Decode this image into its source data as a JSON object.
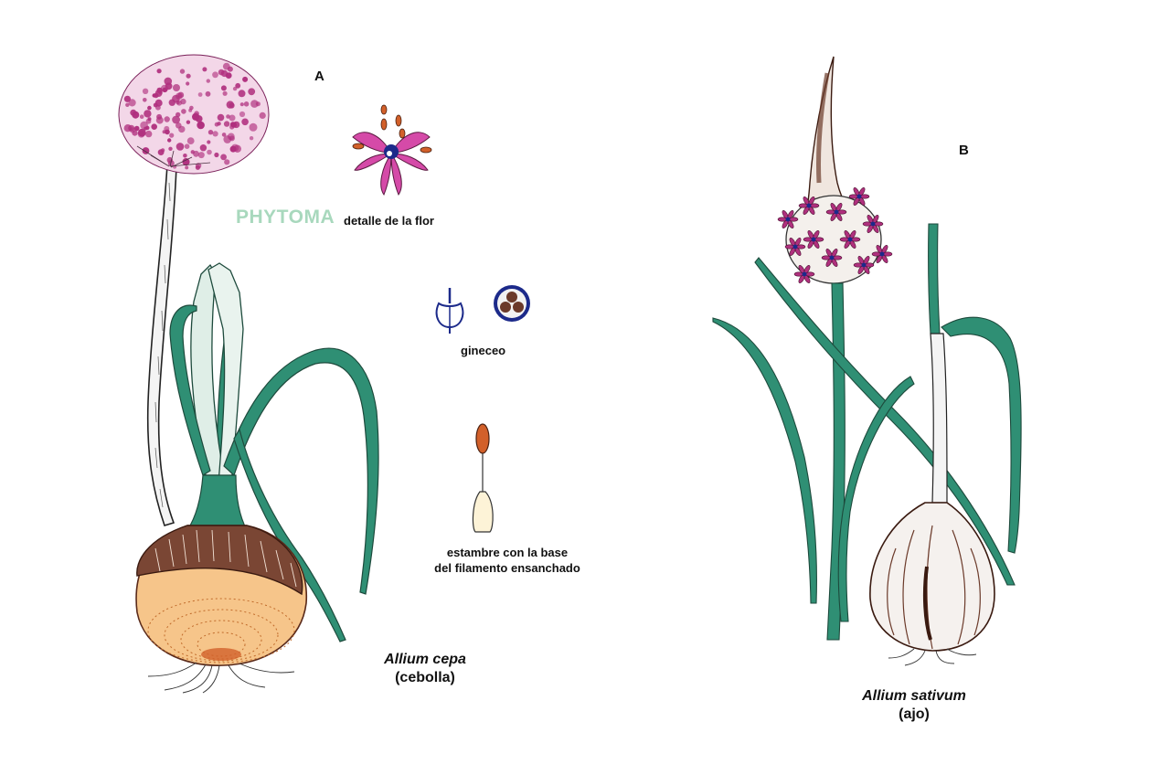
{
  "panels": {
    "a": {
      "letter": "A",
      "watermark": "PHYTOMA",
      "flower_detail": "detalle de la flor",
      "gynoecium": "gineceo",
      "stamen_line1": "estambre con la base",
      "stamen_line2": "del filamento ensanchado",
      "species_latin": "Allium cepa",
      "species_common": "(cebolla)"
    },
    "b": {
      "letter": "B",
      "species_latin": "Allium sativum",
      "species_common": "(ajo)"
    }
  },
  "colors": {
    "leaf_green": "#2f8f74",
    "flower_purple": "#b0307e",
    "bulb_brown": "#6b3a2a",
    "onion_flesh": "#f2b470",
    "anther_orange": "#d2602a",
    "ovary_blue": "#1c2a8a",
    "watermark": "#a8d8bd"
  }
}
